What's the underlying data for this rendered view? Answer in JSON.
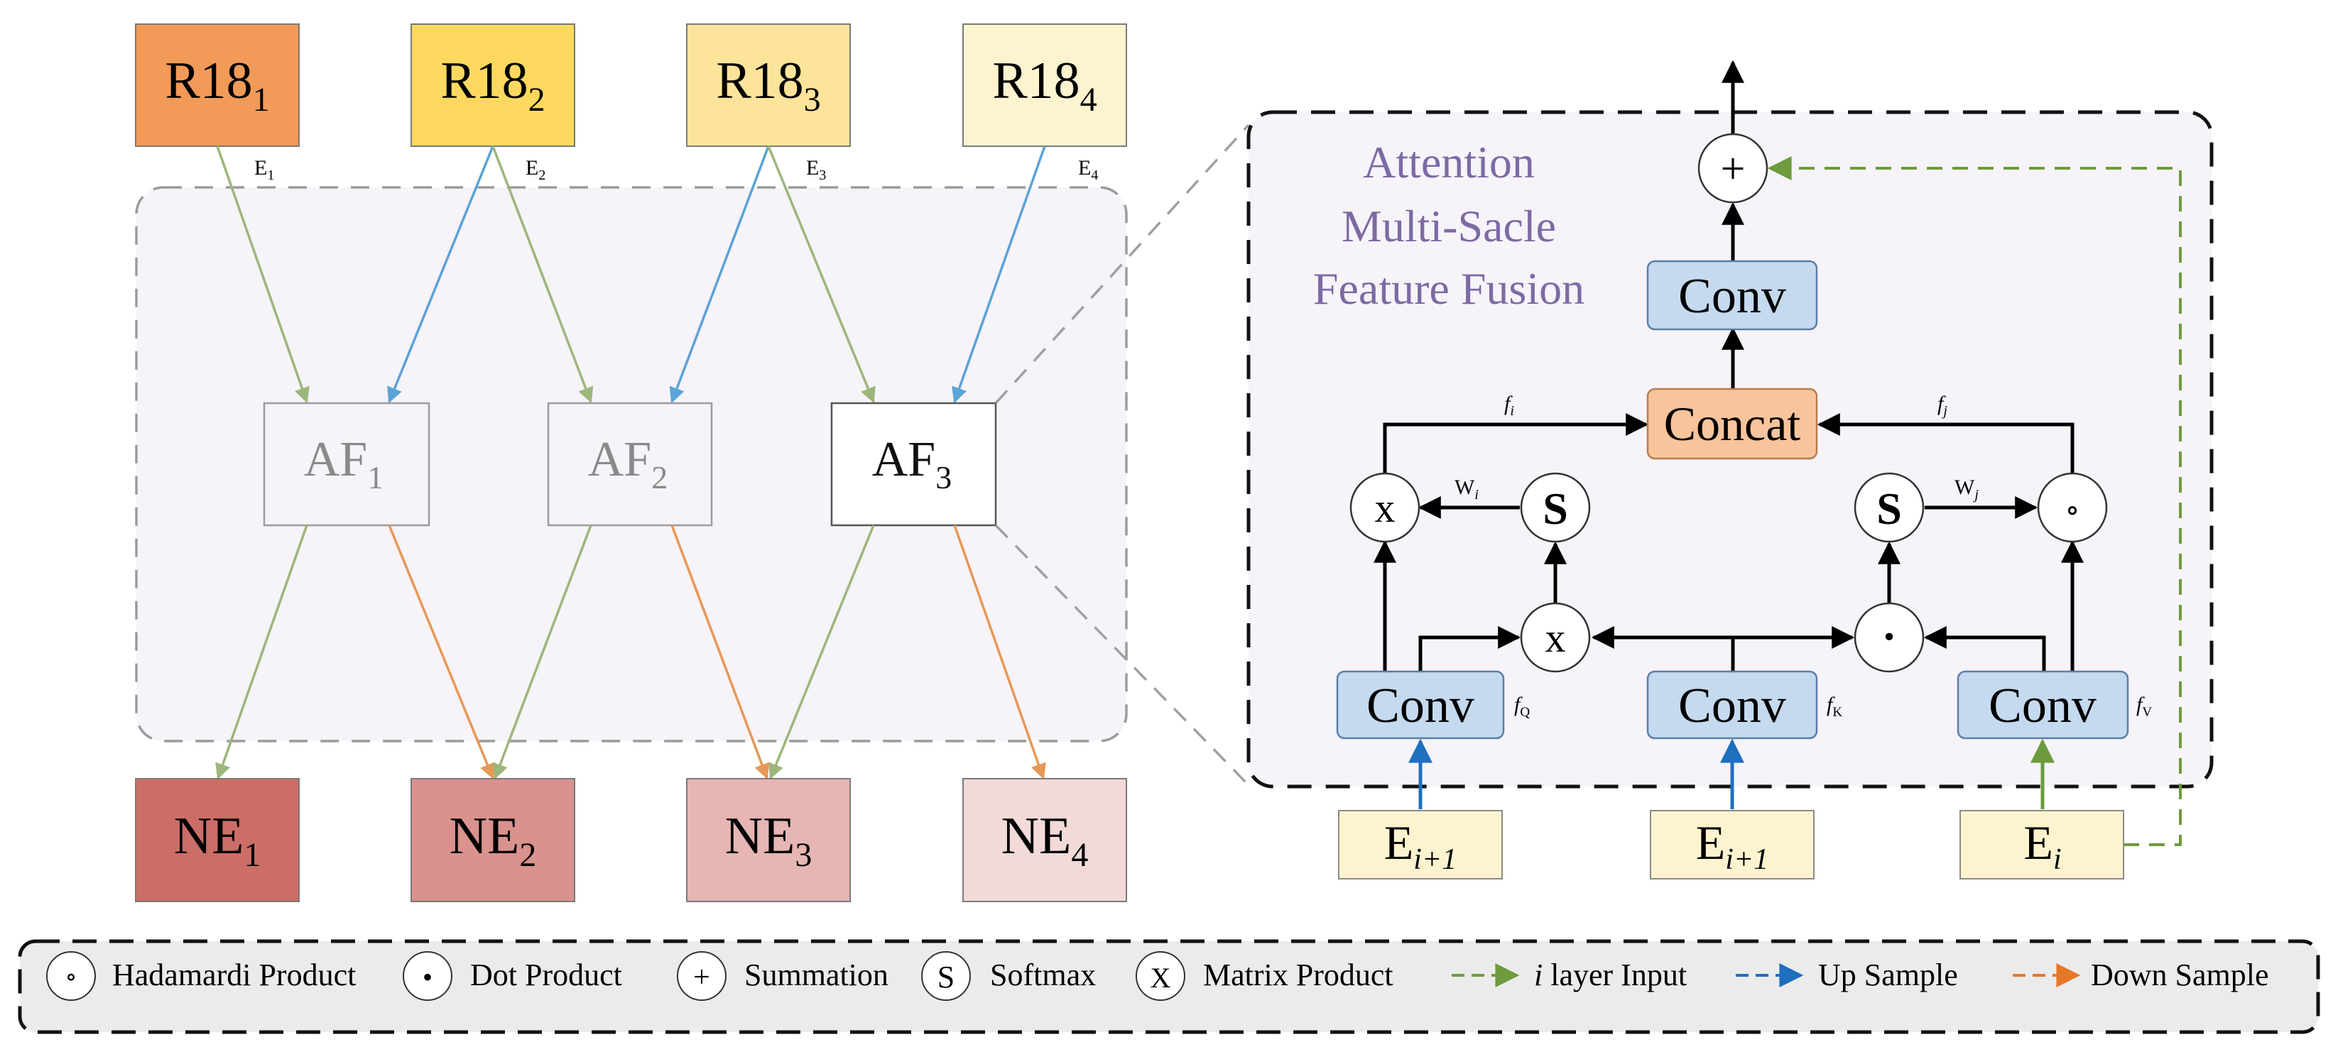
{
  "colors": {
    "r18_1": "#f29a58",
    "r18_2": "#fcd95e",
    "r18_3": "#fde49b",
    "r18_4": "#fef3cf",
    "ne_1": "#cc6e67",
    "ne_2": "#d9928d",
    "ne_3": "#e5b6b3",
    "ne_4": "#f1dad8",
    "e_box": "#fdf4cf",
    "conv": "#c5d9ef",
    "concat": "#f8c49b",
    "panel": "#f6f3f9",
    "title": "#7d6aa3",
    "up": "#2e7ec8",
    "down": "#e7782a",
    "input": "#6e9b3d"
  },
  "left": {
    "encoders": [
      {
        "label": "R18",
        "sub": "1",
        "edge": "E",
        "edge_sub": "1"
      },
      {
        "label": "R18",
        "sub": "2",
        "edge": "E",
        "edge_sub": "2"
      },
      {
        "label": "R18",
        "sub": "3",
        "edge": "E",
        "edge_sub": "3"
      },
      {
        "label": "R18",
        "sub": "4",
        "edge": "E",
        "edge_sub": "4"
      }
    ],
    "fusion": [
      {
        "label": "AF",
        "sub": "1"
      },
      {
        "label": "AF",
        "sub": "2"
      },
      {
        "label": "AF",
        "sub": "3"
      }
    ],
    "outputs": [
      {
        "label": "NE",
        "sub": "1"
      },
      {
        "label": "NE",
        "sub": "2"
      },
      {
        "label": "NE",
        "sub": "3"
      },
      {
        "label": "NE",
        "sub": "4"
      }
    ]
  },
  "module": {
    "title_lines": [
      "Attention",
      "Multi-Sacle",
      "Feature Fusion"
    ],
    "conv_label": "Conv",
    "concat_label": "Concat",
    "plus_symbol": "+",
    "matrix_symbol": "x",
    "softmax_symbol": "S",
    "dot_symbol": "·",
    "hadamard_symbol": "∘",
    "fi": {
      "base": "f",
      "sub": "i"
    },
    "fj": {
      "base": "f",
      "sub": "j"
    },
    "wi": {
      "base": "W",
      "sub": "i"
    },
    "wj": {
      "base": "W",
      "sub": "j"
    },
    "fq": {
      "base": "f",
      "sub": "Q"
    },
    "fk": {
      "base": "f",
      "sub": "K"
    },
    "fv": {
      "base": "f",
      "sub": "V"
    },
    "inputs": [
      {
        "base": "E",
        "sub": "i+1"
      },
      {
        "base": "E",
        "sub": "i+1"
      },
      {
        "base": "E",
        "sub": "i"
      }
    ]
  },
  "legend": [
    {
      "symbol": "∘",
      "kind": "circle",
      "label": "Hadamardi Product"
    },
    {
      "symbol": "•",
      "kind": "circle",
      "label": "Dot Product"
    },
    {
      "symbol": "+",
      "kind": "circle",
      "label": "Summation"
    },
    {
      "symbol": "S",
      "kind": "circle",
      "label": "Softmax"
    },
    {
      "symbol": "X",
      "kind": "circle",
      "label": "Matrix Product"
    },
    {
      "kind": "green-arrow",
      "label_italic": "i",
      "label": " layer Input"
    },
    {
      "kind": "blue-arrow",
      "label": "Up Sample"
    },
    {
      "kind": "orange-arrow",
      "label": "Down Sample"
    }
  ]
}
